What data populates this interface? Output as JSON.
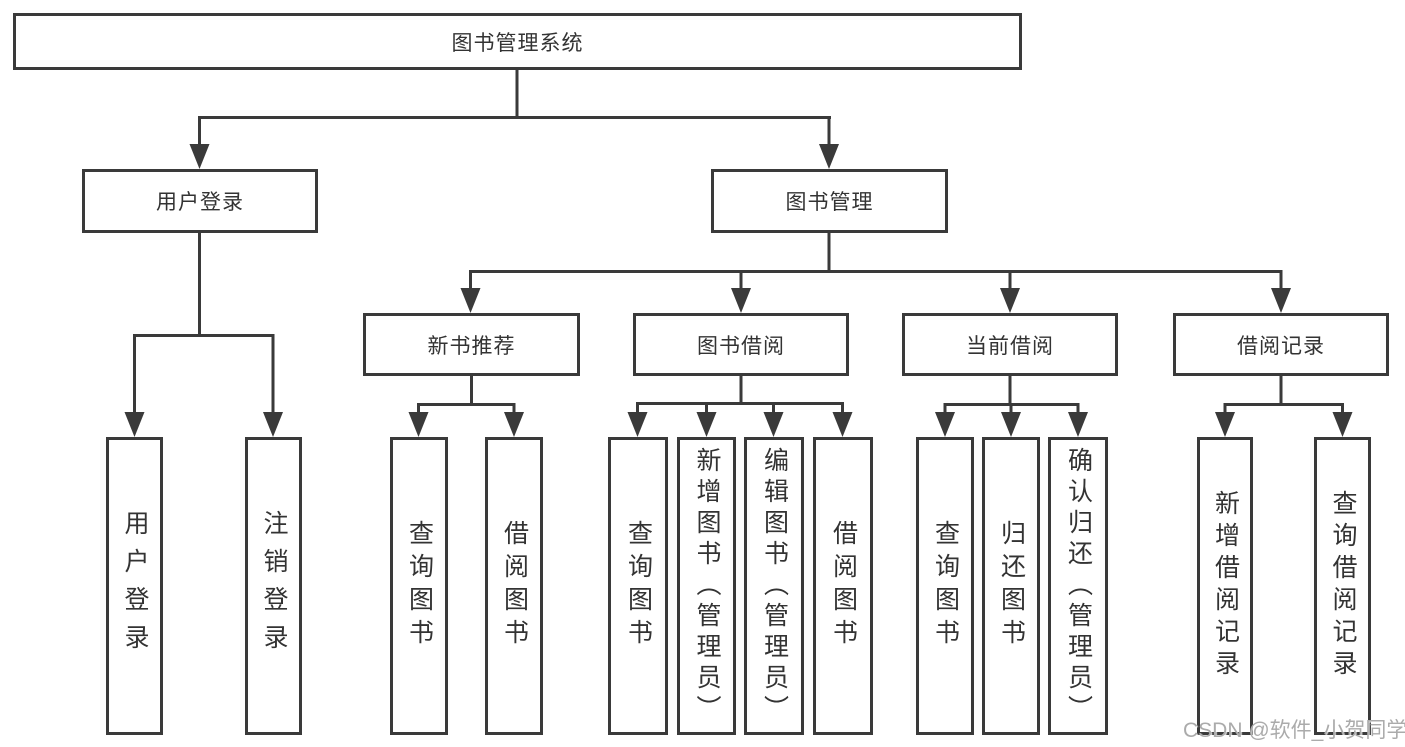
{
  "title_node": "图书管理系统",
  "level2": {
    "user_login": "用户登录",
    "book_management": "图书管理"
  },
  "level3": {
    "new_book_recommendation": "新书推荐",
    "book_borrowing": "图书借阅",
    "current_borrowing": "当前借阅",
    "borrowing_records": "借阅记录"
  },
  "leaves": {
    "user_login_children": [
      "用户登录",
      "注销登录"
    ],
    "new_book_children": [
      "查询图书",
      "借阅图书"
    ],
    "book_borrowing_children": [
      "查询图书",
      "新增图书（管理员）",
      "编辑图书（管理员）",
      "借阅图书"
    ],
    "current_borrowing_children": [
      "查询图书",
      "归还图书",
      "确认归还（管理员）"
    ],
    "borrowing_records_children": [
      "新增借阅记录",
      "查询借阅记录"
    ]
  },
  "watermark": "CSDN @软件_小贺同学",
  "colors": {
    "line": "#3a3a3a",
    "text": "#333333",
    "background": "#ffffff",
    "watermark": "#ababab"
  }
}
